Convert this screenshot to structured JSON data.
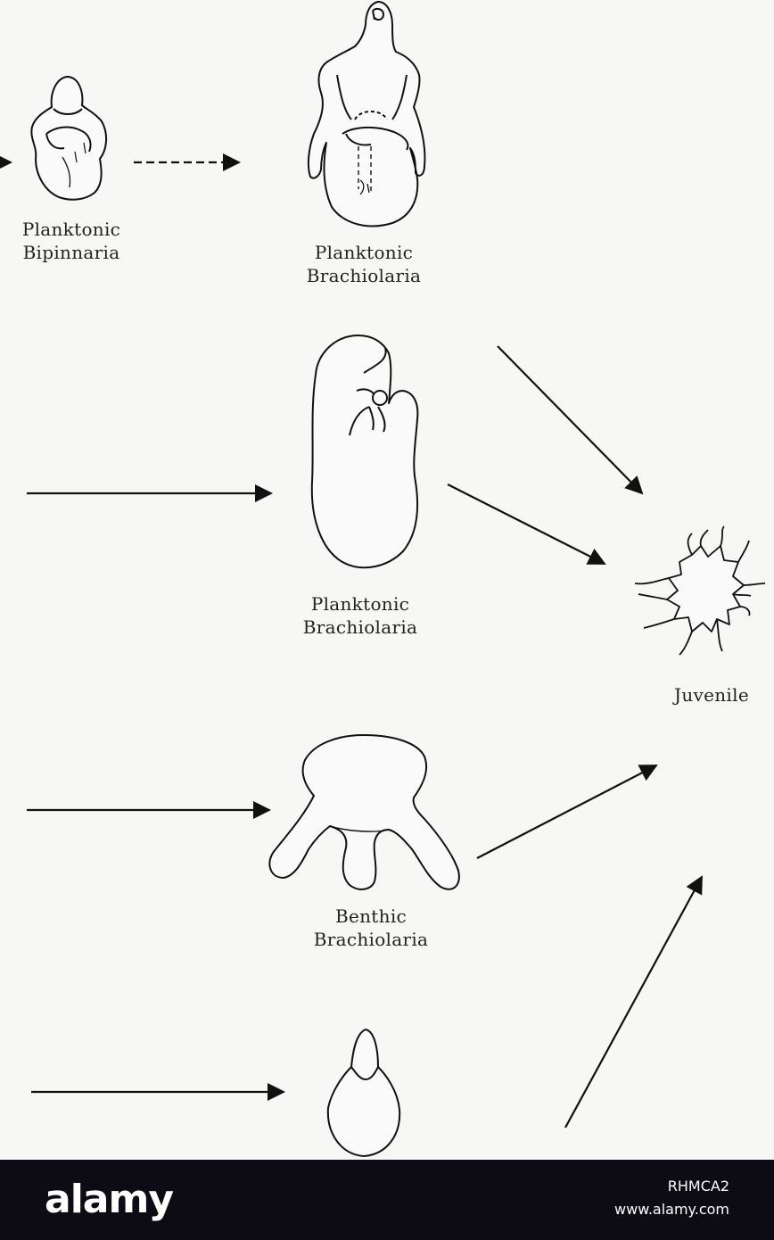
{
  "labels": {
    "planktonic_bipinnaria": [
      "Planktonic",
      "Bipinnaria"
    ],
    "planktonic_brachiolaria_top": [
      "Planktonic",
      "Brachiolaria"
    ],
    "planktonic_brachiolaria_mid": [
      "Planktonic",
      "Brachiolaria"
    ],
    "juvenile": "Juvenile",
    "benthic_brachiolaria": [
      "Benthic",
      "Brachiolaria"
    ]
  },
  "footer": {
    "brand": "alamy",
    "image_id": "RHMCA2",
    "url": "www.alamy.com"
  },
  "colors": {
    "ink": "#111111",
    "paper": "#f7f7f5",
    "footer_bg": "#0d0b14"
  }
}
